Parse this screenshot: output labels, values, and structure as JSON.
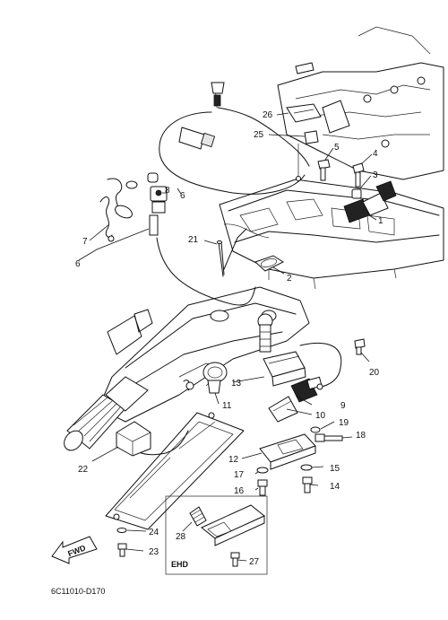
{
  "callouts": [
    {
      "id": "c1",
      "label": "1"
    },
    {
      "id": "c2",
      "label": "2"
    },
    {
      "id": "c3",
      "label": "3"
    },
    {
      "id": "c4",
      "label": "4"
    },
    {
      "id": "c5",
      "label": "5"
    },
    {
      "id": "c6a",
      "label": "6"
    },
    {
      "id": "c6b",
      "label": "6"
    },
    {
      "id": "c7",
      "label": "7"
    },
    {
      "id": "c8",
      "label": "8"
    },
    {
      "id": "c9",
      "label": "9"
    },
    {
      "id": "c10",
      "label": "10"
    },
    {
      "id": "c11",
      "label": "11"
    },
    {
      "id": "c12",
      "label": "12"
    },
    {
      "id": "c13",
      "label": "13"
    },
    {
      "id": "c14",
      "label": "14"
    },
    {
      "id": "c15",
      "label": "15"
    },
    {
      "id": "c16",
      "label": "16"
    },
    {
      "id": "c17",
      "label": "17"
    },
    {
      "id": "c18",
      "label": "18"
    },
    {
      "id": "c19",
      "label": "19"
    },
    {
      "id": "c20",
      "label": "20"
    },
    {
      "id": "c21",
      "label": "21"
    },
    {
      "id": "c22",
      "label": "22"
    },
    {
      "id": "c23",
      "label": "23"
    },
    {
      "id": "c24",
      "label": "24"
    },
    {
      "id": "c25",
      "label": "25"
    },
    {
      "id": "c26",
      "label": "26"
    },
    {
      "id": "c27",
      "label": "27"
    },
    {
      "id": "c28",
      "label": "28"
    }
  ],
  "fwd_label": "FWD",
  "ehd_label": "EHD",
  "diagram_code": "6C11010-D170"
}
